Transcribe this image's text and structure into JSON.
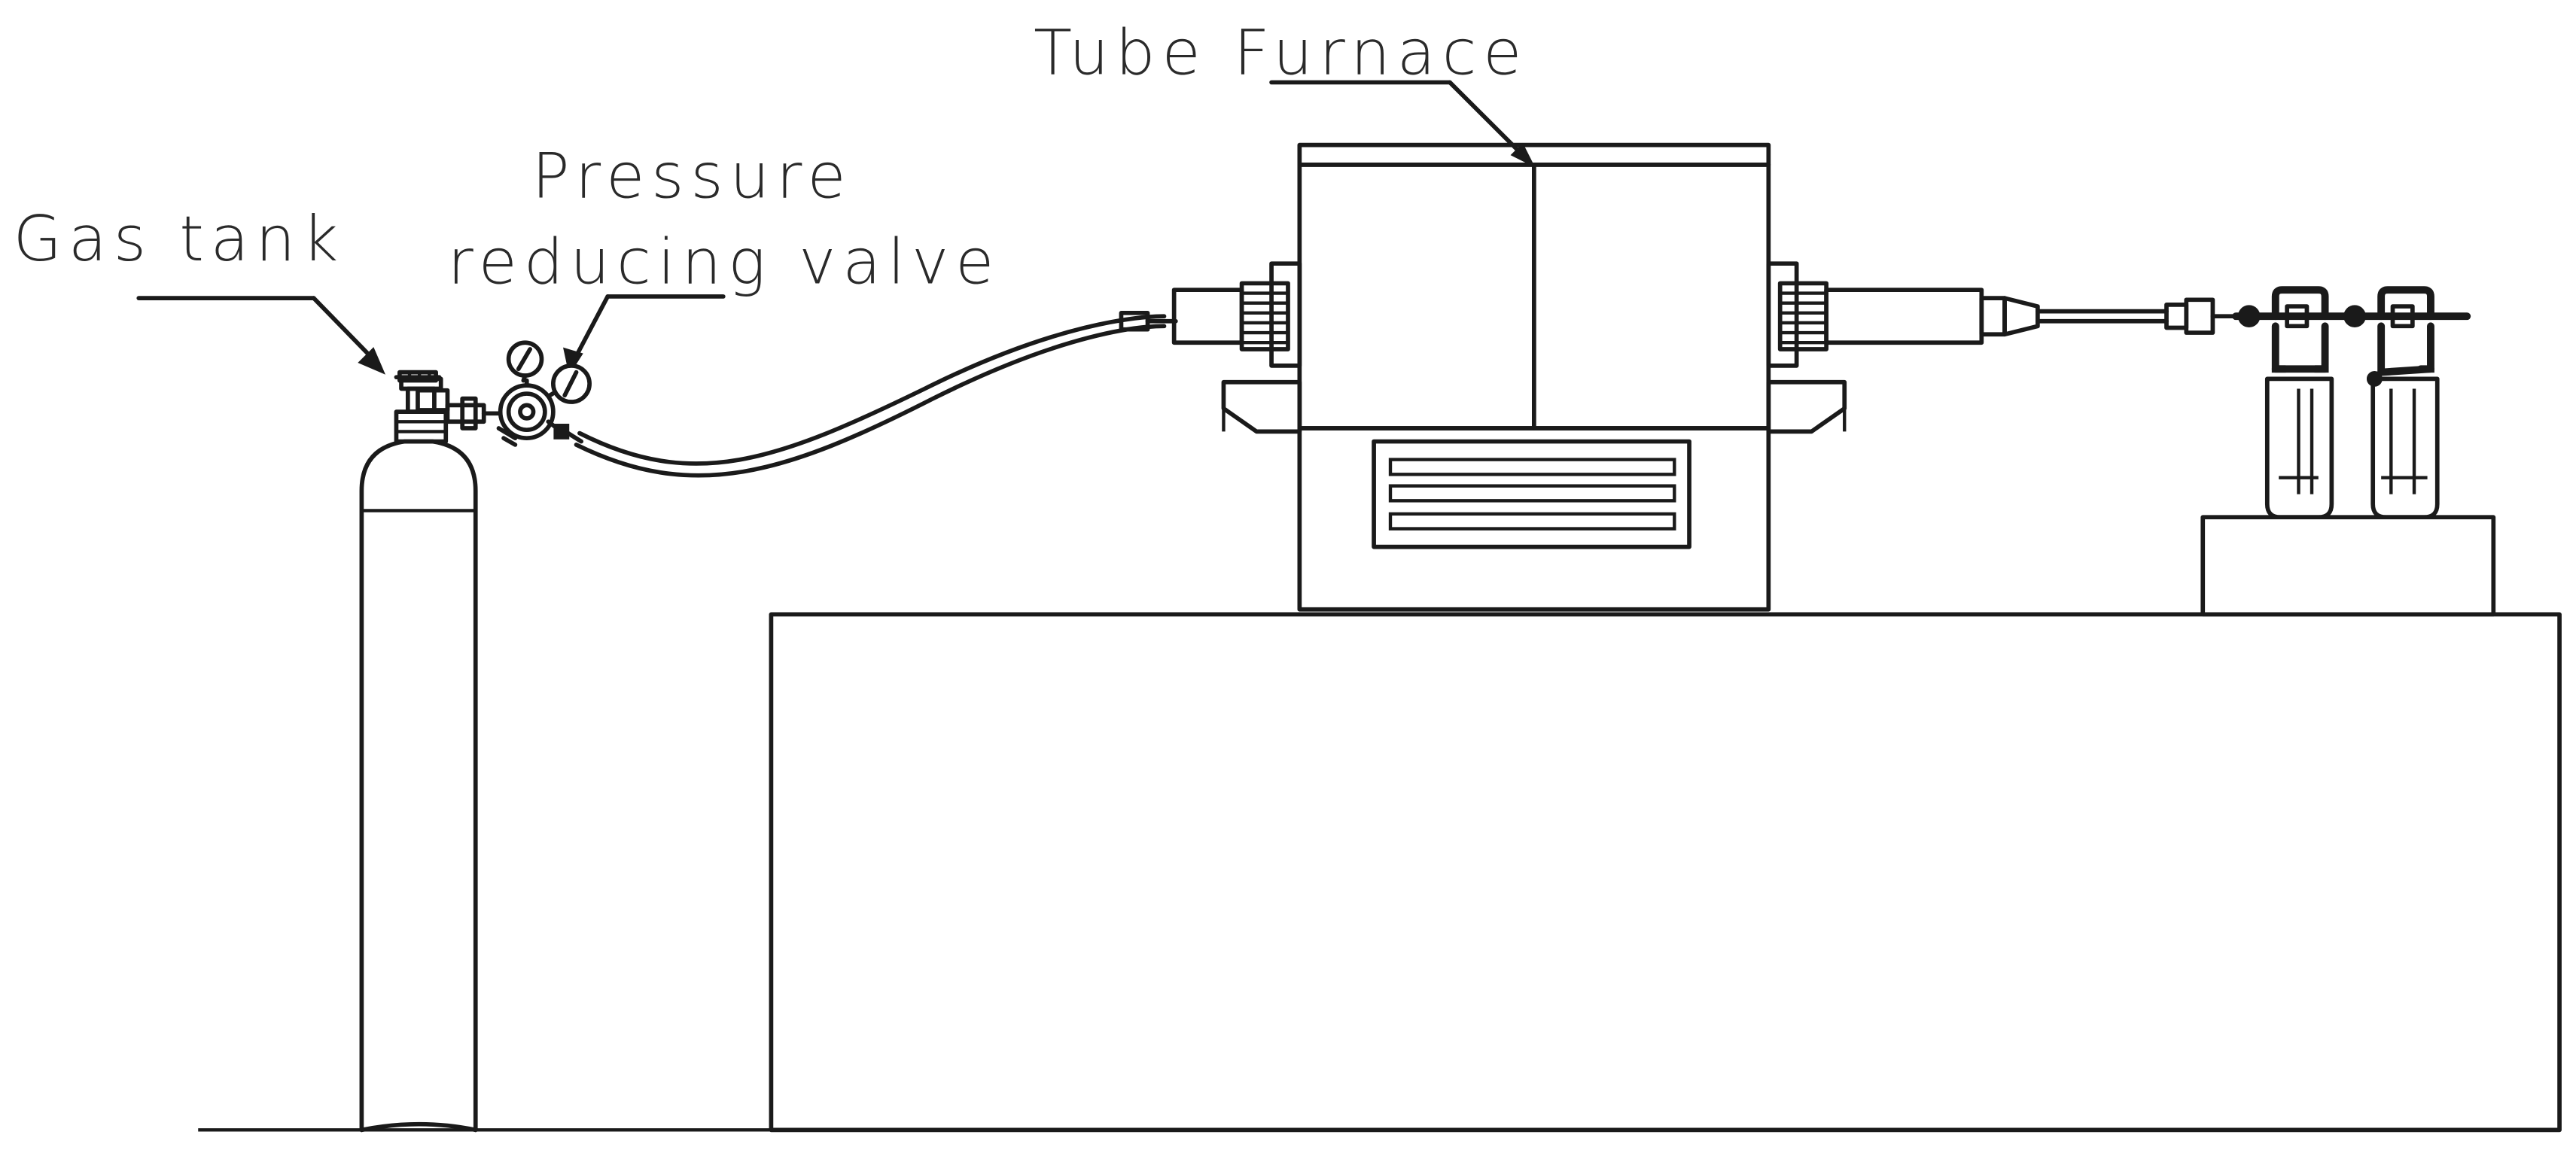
{
  "labels": {
    "tube_furnace": "Tube Furnace",
    "pressure_line1": "Pressure",
    "pressure_line2": "reducing valve",
    "gas_tank": "Gas tank"
  },
  "colors": {
    "line": "#1a1a1a",
    "text": "#2a2a2a",
    "background": "#ffffff"
  }
}
